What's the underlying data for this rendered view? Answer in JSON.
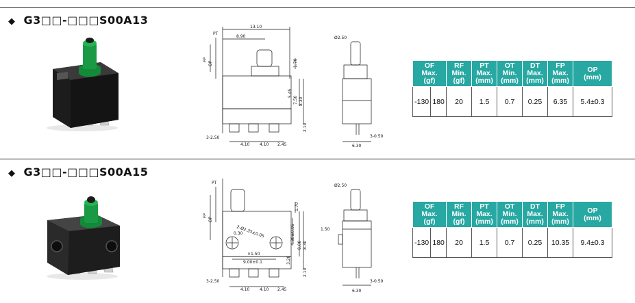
{
  "sections": [
    {
      "title": "G3□□-□□□S00A13",
      "icon": "diamond-bullet-icon",
      "photo": "microswitch-photo-plunger",
      "front_dims": {
        "overall_width": "13.10",
        "actuator_pos": "8.90",
        "pt": "PT",
        "op_label": "OP",
        "fp_label": "FP",
        "plunger_height": "1.70",
        "h1": "5.45",
        "h2": "7.50",
        "body_h": "8.30",
        "terminal_len": "2.10",
        "terminal_width": "3-2.50",
        "pitch1": "4.10",
        "pitch2": "4.10",
        "end": "2.45"
      },
      "side_dims": {
        "plunger_dia": "Ø2.50",
        "thickness": "6.30",
        "term_thick": "3-0.50"
      },
      "table": {
        "headers": [
          [
            "OF",
            "Max.",
            "(gf)"
          ],
          [
            "RF",
            "Min.",
            "(gf)"
          ],
          [
            "PT",
            "Max.",
            "(mm)"
          ],
          [
            "OT",
            "Min.",
            "(mm)"
          ],
          [
            "DT",
            "Max.",
            "(mm)"
          ],
          [
            "FP",
            "Max.",
            "(mm)"
          ],
          [
            "OP",
            "(mm)"
          ]
        ],
        "cells": [
          "-130",
          "180",
          "20",
          "1.5",
          "0.7",
          "0.25",
          "6.35",
          "5.4±0.3"
        ]
      }
    },
    {
      "title": "G3□□-□□□S00A15",
      "icon": "diamond-bullet-icon",
      "photo": "microswitch-photo-mounting",
      "front_dims": {
        "pt": "PT",
        "op_label": "OP",
        "fp_label": "FP",
        "plunger_height": "1.70",
        "hole_spacing": "2-Ø2.35±0.05",
        "r": "0.30",
        "hole_dia": "×1.50",
        "hole_pitch": "9.00±0.1",
        "h1": "4.30±0.05",
        "h2": "8.00",
        "body_h": "8.30",
        "h3": "3.20",
        "h4": "2.10",
        "terminal_width": "3-2.50",
        "pitch1": "4.10",
        "pitch2": "4.10",
        "end": "2.45"
      },
      "side_dims": {
        "plunger_dia": "Ø2.50",
        "side_offset": "1.50",
        "thickness": "6.30",
        "term_thick": "3-0.50"
      },
      "table": {
        "headers": [
          [
            "OF",
            "Max.",
            "(gf)"
          ],
          [
            "RF",
            "Min.",
            "(gf)"
          ],
          [
            "PT",
            "Max.",
            "(mm)"
          ],
          [
            "OT",
            "Min.",
            "(mm)"
          ],
          [
            "DT",
            "Max.",
            "(mm)"
          ],
          [
            "FP",
            "Max.",
            "(mm)"
          ],
          [
            "OP",
            "(mm)"
          ]
        ],
        "cells": [
          "-130",
          "180",
          "20",
          "1.5",
          "0.7",
          "0.25",
          "10.35",
          "9.4±0.3"
        ]
      }
    }
  ]
}
